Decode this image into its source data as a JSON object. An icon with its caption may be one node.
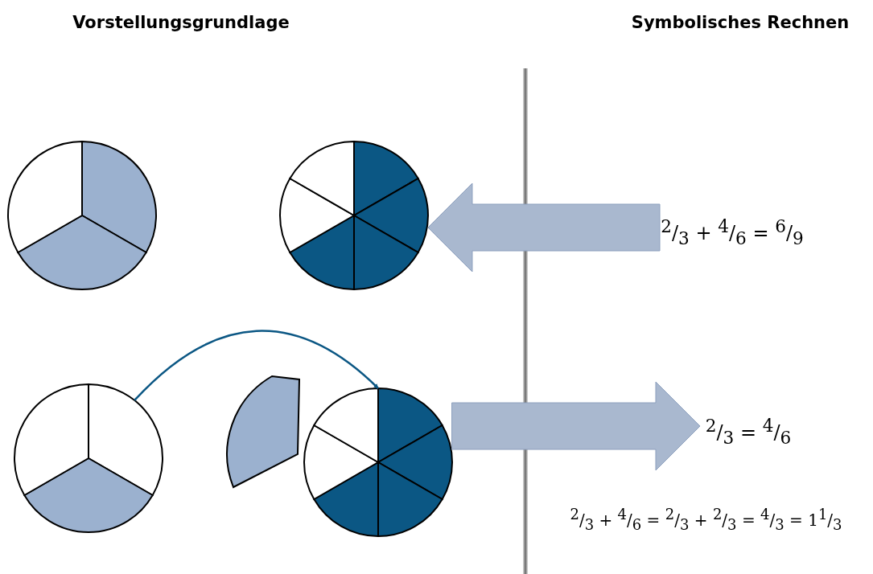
{
  "diagram": {
    "nodes": [
      {
        "text": [],
        "shape": "circle"
      },
      {
        "text": [],
        "shape": "circle"
      },
      {
        "text": [
          "$^{2}$/$_{3}$ + $^{4}$/$_{6}$ = $^{6}$/$_{9}$"
        ]
      },
      {
        "text": [],
        "shape": "circle"
      },
      {
        "text": [],
        "shape": "wedge"
      },
      {
        "text": [],
        "shape": "circle"
      },
      {
        "text": [
          "$^{2}$/$_{3}$ = $^{4}$/$_{6}$"
        ]
      }
    ],
    "edges": [
      {
        "from": 2,
        "to": 1,
        "arrow": "to",
        "style": "thick"
      },
      {
        "from": 3,
        "to": 5,
        "arrow": "to",
        "color": "#0b5784"
      },
      {
        "from": 5,
        "to": 6,
        "arrow": "to",
        "style": "thick"
      }
    ],
    "labels": [
      "Vorstellungsgrundlage",
      "Symbolisches Rechnen",
      "$^{2}$/$_{3}$ + $^{4}$/$_{6}$ = $^{2}$/$_{3}$ + $^{2}$/$_{3}$ = $^{4}$/$_{3}$ = 1$^{1}$/$_{3}$"
    ]
  }
}
